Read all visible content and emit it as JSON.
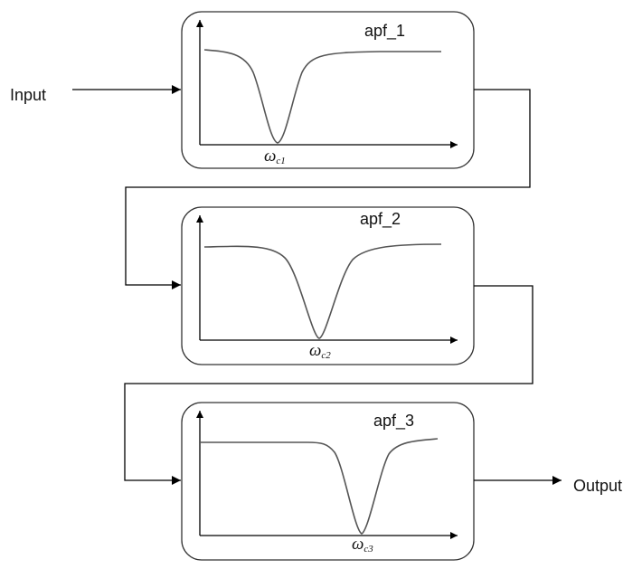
{
  "input_label": "Input",
  "output_label": "Output",
  "filters": [
    {
      "name": "apf_1",
      "omega_main": "ω",
      "omega_sub": "c1"
    },
    {
      "name": "apf_2",
      "omega_main": "ω",
      "omega_sub": "c2"
    },
    {
      "name": "apf_3",
      "omega_main": "ω",
      "omega_sub": "c3"
    }
  ]
}
